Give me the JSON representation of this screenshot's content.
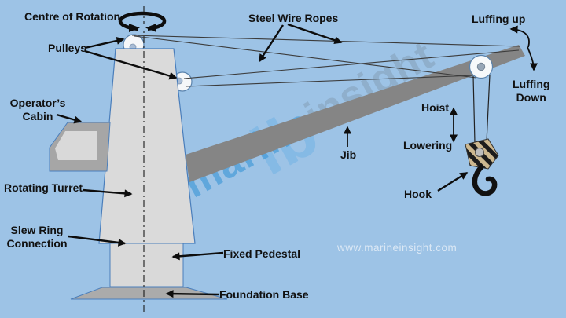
{
  "labels": {
    "centre_of_rotation": "Centre of Rotation",
    "pulleys": "Pulleys",
    "steel_wire_ropes": "Steel Wire Ropes",
    "luffing_up": "Luffing up",
    "luffing_down_1": "Luffing",
    "luffing_down_2": "Down",
    "hoist": "Hoist",
    "lowering": "Lowering",
    "hook": "Hook",
    "jib": "Jib",
    "operators_cabin_1": "Operator’s",
    "operators_cabin_2": "Cabin",
    "rotating_turret": "Rotating Turret",
    "slew_ring_1": "Slew Ring",
    "slew_ring_2": "Connection",
    "fixed_pedestal": "Fixed Pedestal",
    "foundation_base": "Foundation Base"
  },
  "watermark": {
    "logo_marine": "marine",
    "logo_insight": "insight",
    "logo_monogram": "ib",
    "url": "www.marineinsight.com"
  },
  "icons": {
    "rotation_arrow": "rotation-arrow-icon",
    "pulley_top": "pulley-top-icon",
    "pulley_side": "pulley-side-icon",
    "pulley_jib_tip": "pulley-jib-tip-icon",
    "crane_hook": "crane-hook-icon"
  },
  "colors": {
    "background": "#9dc3e6",
    "structure_fill": "#d9d9d9",
    "structure_stroke": "#4a7ebb",
    "dark_gray": "#a6a6a6",
    "jib_gray": "#858585",
    "wire": "#3c3c3c",
    "label_text": "#111111",
    "arrow_black": "#0d0d0d",
    "hook_stripe_tan": "#cdb88f",
    "watermark_blue": "#3794d6"
  }
}
